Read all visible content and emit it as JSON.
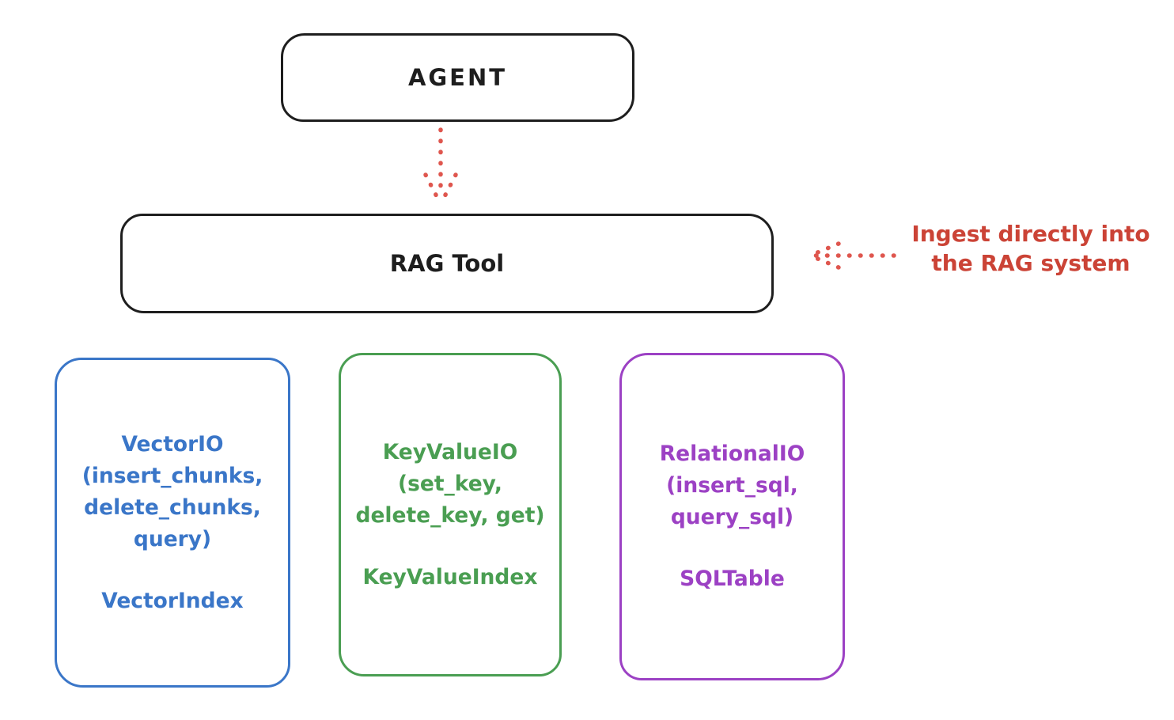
{
  "diagram": {
    "agent": {
      "label": "AGENT"
    },
    "rag_tool": {
      "label": "RAG Tool"
    },
    "annotation": {
      "line1": "Ingest directly into",
      "line2": "the RAG system"
    },
    "arrows": [
      {
        "name": "agent-to-rag-tool",
        "direction": "down",
        "style": "dotted",
        "color": "#df564e"
      },
      {
        "name": "annotation-to-rag-tool",
        "direction": "left",
        "style": "dotted",
        "color": "#df564e"
      }
    ],
    "io_boxes": [
      {
        "id": "vector",
        "color": "#3a76c8",
        "lines": [
          "VectorIO",
          "(insert_chunks,",
          "delete_chunks,",
          "query)"
        ],
        "index_label": "VectorIndex"
      },
      {
        "id": "keyvalue",
        "color": "#4a9e52",
        "lines": [
          "KeyValueIO",
          "(set_key,",
          "delete_key, get)"
        ],
        "index_label": "KeyValueIndex"
      },
      {
        "id": "relational",
        "color": "#9c41c4",
        "lines": [
          "RelationalIO",
          "(insert_sql,",
          "query_sql)"
        ],
        "index_label": "SQLTable"
      }
    ],
    "colors": {
      "stroke_black": "#1e1e1e",
      "arrow_red": "#df564e",
      "text_red": "#cb4336",
      "blue": "#3a76c8",
      "green": "#4a9e52",
      "purple": "#9c41c4",
      "background": "#ffffff"
    }
  }
}
